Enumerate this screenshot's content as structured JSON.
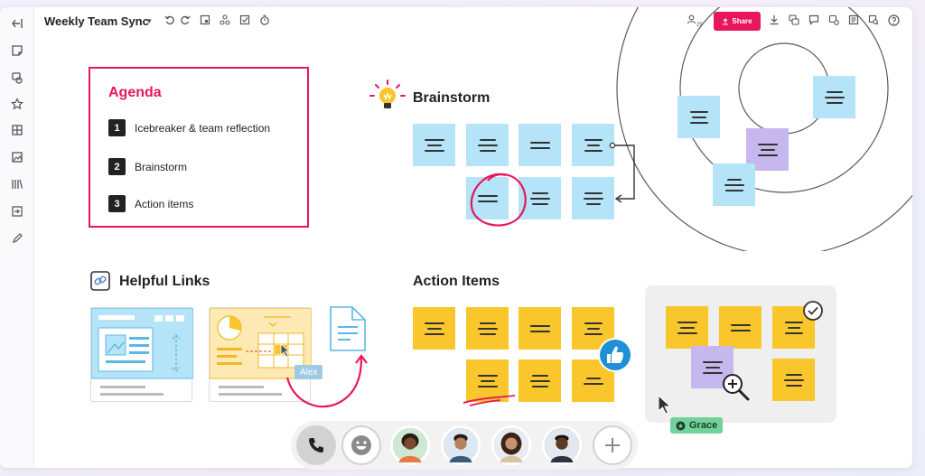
{
  "app": {
    "title": "Weekly Team Sync"
  },
  "toolbar": {
    "users_count": "25",
    "share_label": "Share"
  },
  "agenda": {
    "title": "Agenda",
    "items": [
      {
        "num": "1",
        "label": "Icebreaker & team reflection"
      },
      {
        "num": "2",
        "label": "Brainstorm"
      },
      {
        "num": "3",
        "label": "Action items"
      }
    ]
  },
  "sections": {
    "brainstorm": "Brainstorm",
    "helpful_links": "Helpful Links",
    "action_items": "Action Items"
  },
  "cursors": {
    "alex": "Alex",
    "grace": "Grace"
  },
  "colors": {
    "accent": "#e8175d",
    "sticky_blue": "#b5e3f7",
    "sticky_yellow": "#f9c72b",
    "sticky_purple": "#c6b7ef",
    "grace_tag": "#71d29b",
    "alex_tag": "#9fc9e5"
  },
  "icons": {
    "leftbar": [
      "collapse-icon",
      "sticky-note-icon",
      "comment-shape-icon",
      "star-icon",
      "grid-icon",
      "image-icon",
      "library-icon",
      "import-icon",
      "pen-icon"
    ],
    "topbar": [
      "undo-icon",
      "redo-icon",
      "frame-icon",
      "apps-icon",
      "checklist-icon",
      "timer-icon",
      "download-icon",
      "reactions-icon",
      "comment-icon",
      "activity-icon",
      "notes-icon",
      "search-icon",
      "help-icon"
    ]
  },
  "call": {
    "participants": [
      "participant-1",
      "participant-2",
      "participant-3",
      "participant-4"
    ]
  }
}
